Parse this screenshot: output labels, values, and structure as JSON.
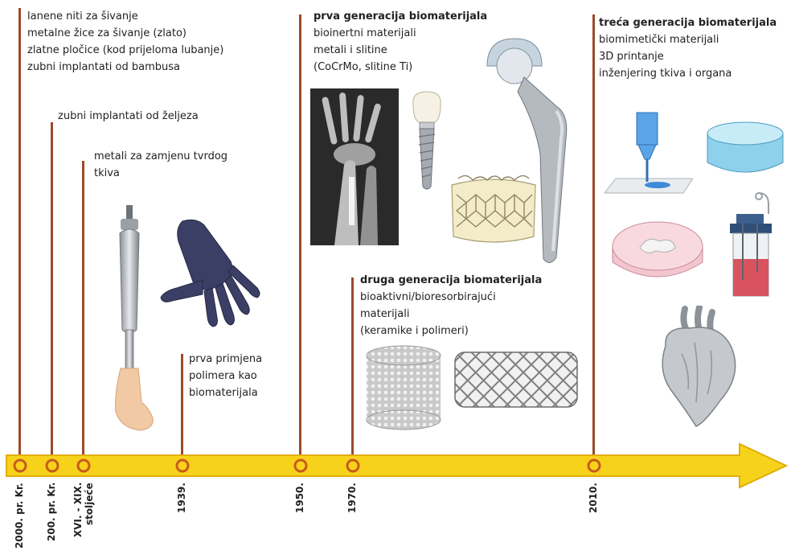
{
  "colors": {
    "arrow_fill": "#f7d21a",
    "arrow_stroke": "#e1ad0c",
    "marker_stroke": "#c75b1a",
    "stem": "#9a4a2a"
  },
  "events": [
    {
      "date": "2000. pr. Kr.",
      "lines": [
        "lanene niti za šivanje",
        "metalne žice za šivanje (zlato)",
        "zlatne pločice (kod prijeloma lubanje)",
        "zubni implantati od bambusa"
      ]
    },
    {
      "date": "200. pr. Kr.",
      "lines": [
        "zubni implantati od željeza"
      ]
    },
    {
      "date_line1": "XVI. - XIX.",
      "date_line2": "stoljeće",
      "lines": [
        "metali za zamjenu tvrdog",
        "tkiva"
      ]
    },
    {
      "date": "1939.",
      "lines": [
        "prva primjena",
        "polimera kao",
        "biomaterijala"
      ]
    },
    {
      "date": "1950.",
      "heading": "prva generacija biomaterijala",
      "lines": [
        "bioinertni materijali",
        "metali i slitine",
        "(CoCrMo, slitine Ti)"
      ]
    },
    {
      "date": "1970.",
      "heading": "druga generacija biomaterijala",
      "lines": [
        "bioaktivni/bioresorbirajući",
        "materijali",
        "(keramike i polimeri)"
      ]
    },
    {
      "date": "2010.",
      "heading": "treća generacija biomaterijala",
      "lines": [
        "biomimetički materijali",
        "3D printanje",
        "inženjering tkiva i organa"
      ]
    }
  ],
  "illustrations": [
    "prosthetic-leg",
    "robotic-hand",
    "wrist-xray",
    "dental-implant",
    "heart-valve-stent",
    "hip-implant",
    "porous-scaffold",
    "mesh-stent",
    "3d-bioprinter",
    "hydrogel-dish",
    "petri-dish",
    "bioreactor",
    "heart"
  ]
}
